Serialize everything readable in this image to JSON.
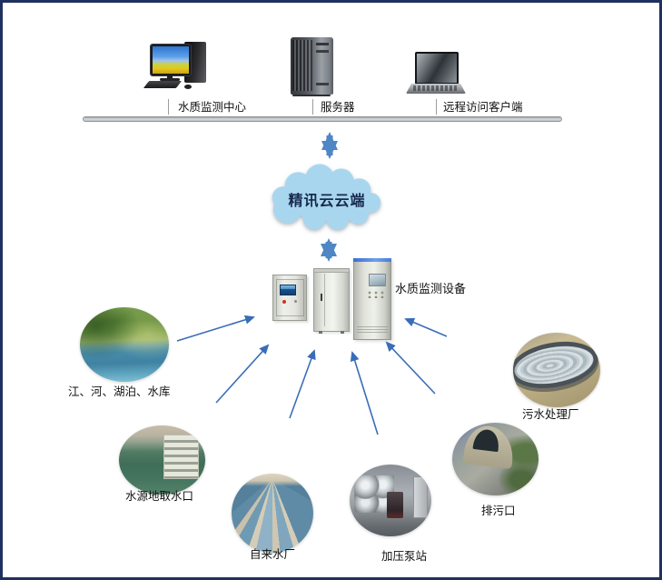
{
  "top_nodes": [
    {
      "id": "monitoring-center",
      "label": "水质监测中心",
      "device": "desktop-computer"
    },
    {
      "id": "server",
      "label": "服务器",
      "device": "server-tower"
    },
    {
      "id": "remote-client",
      "label": "远程访问客户端",
      "device": "laptop"
    }
  ],
  "cloud": {
    "label": "精讯云云端",
    "fill": "#a9d6ef",
    "text_color": "#16294e"
  },
  "equipment": {
    "label": "水质监测设备"
  },
  "sources": [
    {
      "id": "rivers-lakes-reservoirs",
      "label": "江、河、湖泊、水库"
    },
    {
      "id": "water-source-intake",
      "label": "水源地取水口"
    },
    {
      "id": "waterworks",
      "label": "自来水厂"
    },
    {
      "id": "booster-pump-station",
      "label": "加压泵站"
    },
    {
      "id": "sewage-outlet",
      "label": "排污口"
    },
    {
      "id": "sewage-treatment-plant",
      "label": "污水处理厂"
    }
  ],
  "colors": {
    "frame_border": "#20305e",
    "thin_arrow": "#3a6db8",
    "double_arrow": "#4f86c5",
    "bus_bar": "#c6c9cc"
  }
}
